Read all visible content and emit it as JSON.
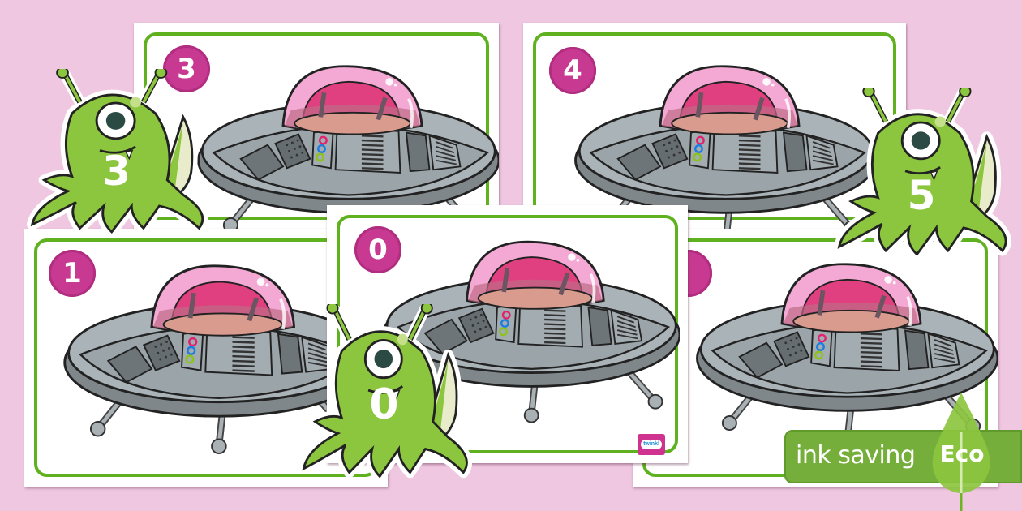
{
  "page": {
    "background_color": "#efc7e1"
  },
  "colors": {
    "card_border": "#5fb11f",
    "badge": "#c83a92",
    "alien_green": "#8cc63f",
    "ufo_gray": "#9aa3a8",
    "dome_pink": "#f2a6d0",
    "eco_banner": "#76ae3c"
  },
  "cards": [
    {
      "id": "card-3",
      "number": "3"
    },
    {
      "id": "card-4",
      "number": "4"
    },
    {
      "id": "card-1",
      "number": "1"
    },
    {
      "id": "card-partial",
      "number": ""
    },
    {
      "id": "card-0",
      "number": "0"
    }
  ],
  "aliens": [
    {
      "id": "alien-3",
      "number": "3"
    },
    {
      "id": "alien-5",
      "number": "5"
    },
    {
      "id": "alien-0",
      "number": "0"
    }
  ],
  "branding": {
    "twinkl_logo": "twinkl"
  },
  "eco_badge": {
    "text": "ink saving",
    "label": "Eco"
  }
}
